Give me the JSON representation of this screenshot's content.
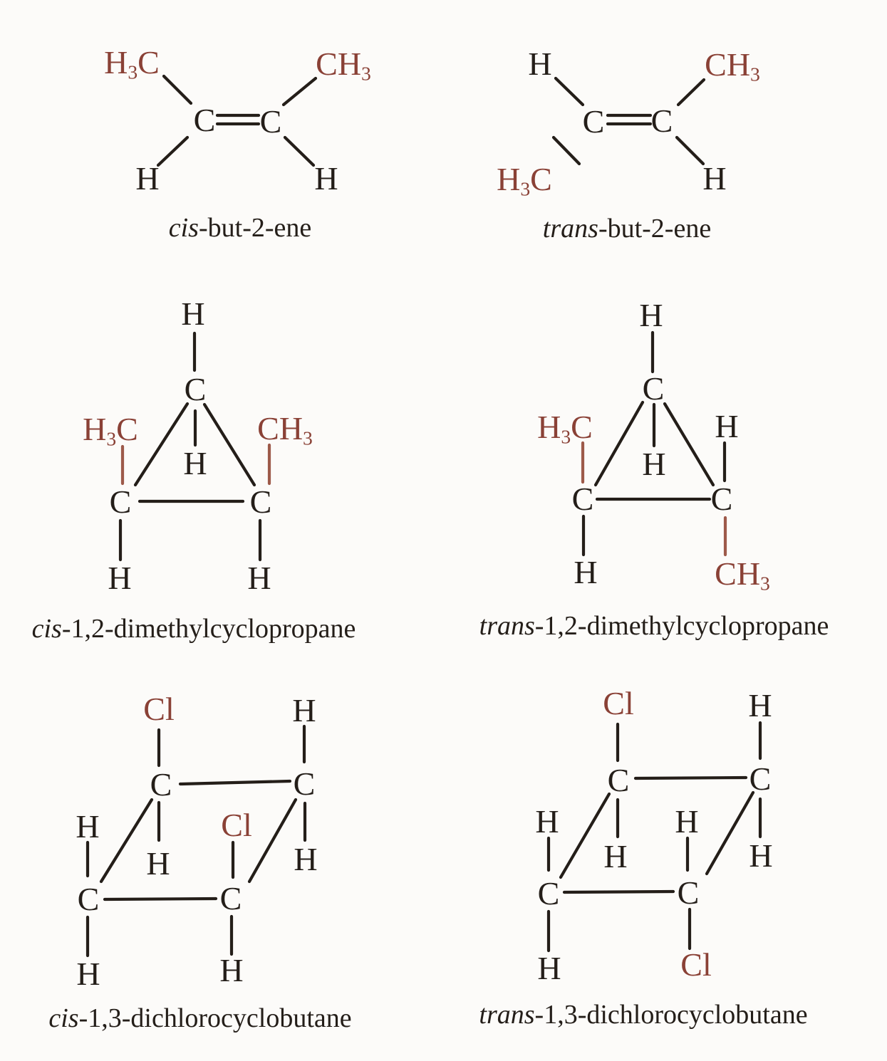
{
  "colors": {
    "ink": "#241e19",
    "accent": "#8a4136",
    "accent_soft": "#9d5a4a",
    "background": "#fcfbf9"
  },
  "molecules": {
    "m1": {
      "caption": {
        "prefix": "cis",
        "rest": "-but-2-ene"
      },
      "atoms": {
        "methyl_left": {
          "a": "H",
          "s": "3",
          "b": "C"
        },
        "methyl_right": {
          "a": "CH",
          "s": "3",
          "b": ""
        },
        "c_left": {
          "a": "C"
        },
        "c_right": {
          "a": "C"
        },
        "h_bottom_left": {
          "a": "H"
        },
        "h_bottom_right": {
          "a": "H"
        }
      }
    },
    "m2": {
      "caption": {
        "prefix": "trans",
        "rest": "-but-2-ene"
      },
      "atoms": {
        "h_top_left": {
          "a": "H"
        },
        "methyl_top_right": {
          "a": "CH",
          "s": "3",
          "b": ""
        },
        "c_left": {
          "a": "C"
        },
        "c_right": {
          "a": "C"
        },
        "methyl_bottom_left": {
          "a": "H",
          "s": "3",
          "b": "C"
        },
        "h_bottom_right": {
          "a": "H"
        }
      }
    },
    "m3": {
      "caption": {
        "prefix": "cis",
        "rest": "-1,2-dimethylcyclopropane"
      },
      "atoms": {
        "h_apex_top": {
          "a": "H"
        },
        "c_apex": {
          "a": "C"
        },
        "methyl_left": {
          "a": "H",
          "s": "3",
          "b": "C"
        },
        "methyl_right": {
          "a": "CH",
          "s": "3",
          "b": ""
        },
        "h_inner": {
          "a": "H"
        },
        "c_left": {
          "a": "C"
        },
        "c_right": {
          "a": "C"
        },
        "h_below_left": {
          "a": "H"
        },
        "h_below_right": {
          "a": "H"
        }
      }
    },
    "m4": {
      "caption": {
        "prefix": "trans",
        "rest": "-1,2-dimethylcyclopropane"
      },
      "atoms": {
        "h_apex_top": {
          "a": "H"
        },
        "c_apex": {
          "a": "C"
        },
        "methyl_left": {
          "a": "H",
          "s": "3",
          "b": "C"
        },
        "h_upper_right": {
          "a": "H"
        },
        "h_inner": {
          "a": "H"
        },
        "c_left": {
          "a": "C"
        },
        "c_right": {
          "a": "C"
        },
        "h_below_left": {
          "a": "H"
        },
        "methyl_below_right": {
          "a": "CH",
          "s": "3",
          "b": ""
        }
      }
    },
    "m5": {
      "caption": {
        "prefix": "cis",
        "rest": "-1,3-dichlorocyclobutane"
      },
      "atoms": {
        "cl_top": {
          "a": "Cl"
        },
        "h_top_right": {
          "a": "H"
        },
        "c_top_left": {
          "a": "C"
        },
        "c_top_right": {
          "a": "C"
        },
        "h_outer_left": {
          "a": "H"
        },
        "cl_inner": {
          "a": "Cl"
        },
        "h_inner_left": {
          "a": "H"
        },
        "h_inner_right": {
          "a": "H"
        },
        "c_bottom_left": {
          "a": "C"
        },
        "c_bottom_right": {
          "a": "C"
        },
        "h_below_left": {
          "a": "H"
        },
        "h_below_right": {
          "a": "H"
        }
      }
    },
    "m6": {
      "caption": {
        "prefix": "trans",
        "rest": "-1,3-dichlorocyclobutane"
      },
      "atoms": {
        "cl_top": {
          "a": "Cl"
        },
        "h_top_right": {
          "a": "H"
        },
        "c_top_left": {
          "a": "C"
        },
        "c_top_right": {
          "a": "C"
        },
        "h_outer_left": {
          "a": "H"
        },
        "h_mid": {
          "a": "H"
        },
        "h_inner_left": {
          "a": "H"
        },
        "h_inner_right": {
          "a": "H"
        },
        "c_bottom_left": {
          "a": "C"
        },
        "c_bottom_right": {
          "a": "C"
        },
        "h_below_left": {
          "a": "H"
        },
        "cl_below_right": {
          "a": "Cl"
        }
      }
    }
  }
}
